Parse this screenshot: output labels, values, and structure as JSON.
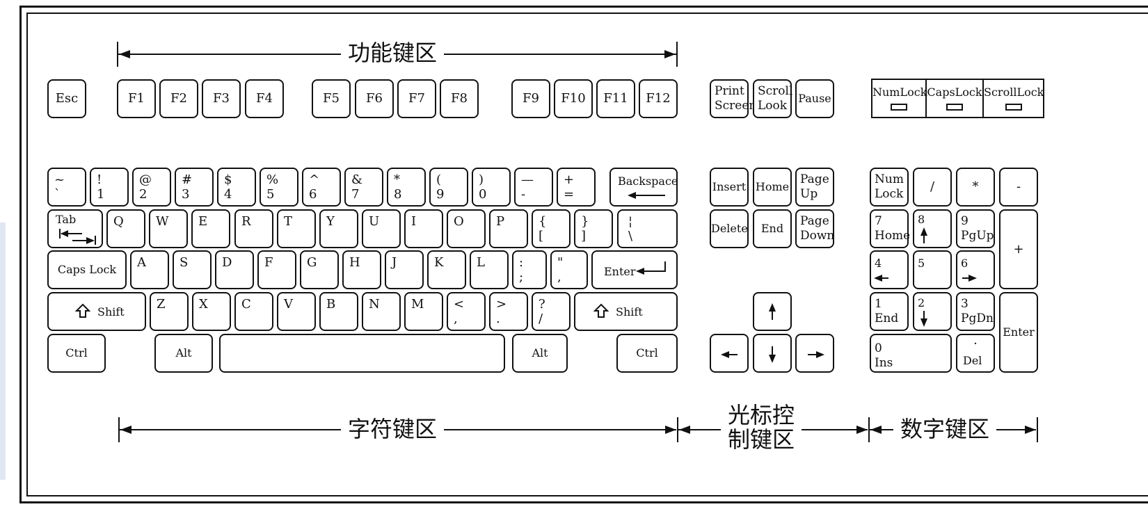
{
  "zones": {
    "function": "功能键区",
    "main": "字符键区",
    "cursor_line1": "光标控",
    "cursor_line2": "制键区",
    "numpad": "数字键区"
  },
  "indicators": [
    "NumLock",
    "CapsLock",
    "ScrollLock"
  ],
  "keys": {
    "esc": "Esc",
    "f": [
      "F1",
      "F2",
      "F3",
      "F4",
      "F5",
      "F6",
      "F7",
      "F8",
      "F9",
      "F10",
      "F11",
      "F12"
    ],
    "print_top": "Print",
    "print_bottom": "Screen",
    "scroll_top": "Scroll",
    "scroll_bottom": "Look",
    "pause": "Pause",
    "num_row": [
      {
        "top": "~",
        "bottom": "`"
      },
      {
        "top": "!",
        "bottom": "1"
      },
      {
        "top": "@",
        "bottom": "2"
      },
      {
        "top": "#",
        "bottom": "3"
      },
      {
        "top": "$",
        "bottom": "4"
      },
      {
        "top": "%",
        "bottom": "5"
      },
      {
        "top": "^",
        "bottom": "6"
      },
      {
        "top": "&",
        "bottom": "7"
      },
      {
        "top": "*",
        "bottom": "8"
      },
      {
        "top": "(",
        "bottom": "9"
      },
      {
        "top": ")",
        "bottom": "0"
      },
      {
        "top": "—",
        "bottom": "-"
      },
      {
        "top": "+",
        "bottom": "="
      }
    ],
    "backspace": "Backspace",
    "tab": "Tab",
    "qrow": [
      "Q",
      "W",
      "E",
      "R",
      "T",
      "Y",
      "U",
      "I",
      "O",
      "P"
    ],
    "brace_l": {
      "top": "{",
      "bottom": "["
    },
    "brace_r": {
      "top": "}",
      "bottom": "]"
    },
    "pipe": {
      "top": "¦",
      "bottom": "\\"
    },
    "caps": "Caps Lock",
    "arow": [
      "A",
      "S",
      "D",
      "F",
      "G",
      "H",
      "J",
      "K",
      "L"
    ],
    "semi": {
      "top": ":",
      "bottom": ";"
    },
    "quote": {
      "top": "\"",
      "bottom": ","
    },
    "enter": "Enter",
    "shift": "Shift",
    "zrow": [
      "Z",
      "X",
      "C",
      "V",
      "B",
      "N",
      "M"
    ],
    "comma": {
      "top": "<",
      "bottom": ","
    },
    "period": {
      "top": ">",
      "bottom": "."
    },
    "slash": {
      "top": "?",
      "bottom": "/"
    },
    "ctrl": "Ctrl",
    "alt": "Alt",
    "insert": "Insert",
    "home": "Home",
    "pgup_top": "Page",
    "pgup_bottom": "Up",
    "delete": "Delete",
    "end": "End",
    "pgdn_top": "Page",
    "pgdn_bottom": "Down",
    "np_numlock_top": "Num",
    "np_numlock_bottom": "Lock",
    "np_div": "/",
    "np_mul": "*",
    "np_minus": "-",
    "np_plus": "+",
    "np7_top": "7",
    "np7_bottom": "Home",
    "np8": "8",
    "np9_top": "9",
    "np9_bottom": "PgUp",
    "np4": "4",
    "np5": "5",
    "np6": "6",
    "np1_top": "1",
    "np1_bottom": "End",
    "np2": "2",
    "np3_top": "3",
    "np3_bottom": "PgDn",
    "np0_top": "0",
    "np0_bottom": "Ins",
    "npdot_top": "·",
    "npdot_bottom": "Del",
    "np_enter": "Enter"
  }
}
